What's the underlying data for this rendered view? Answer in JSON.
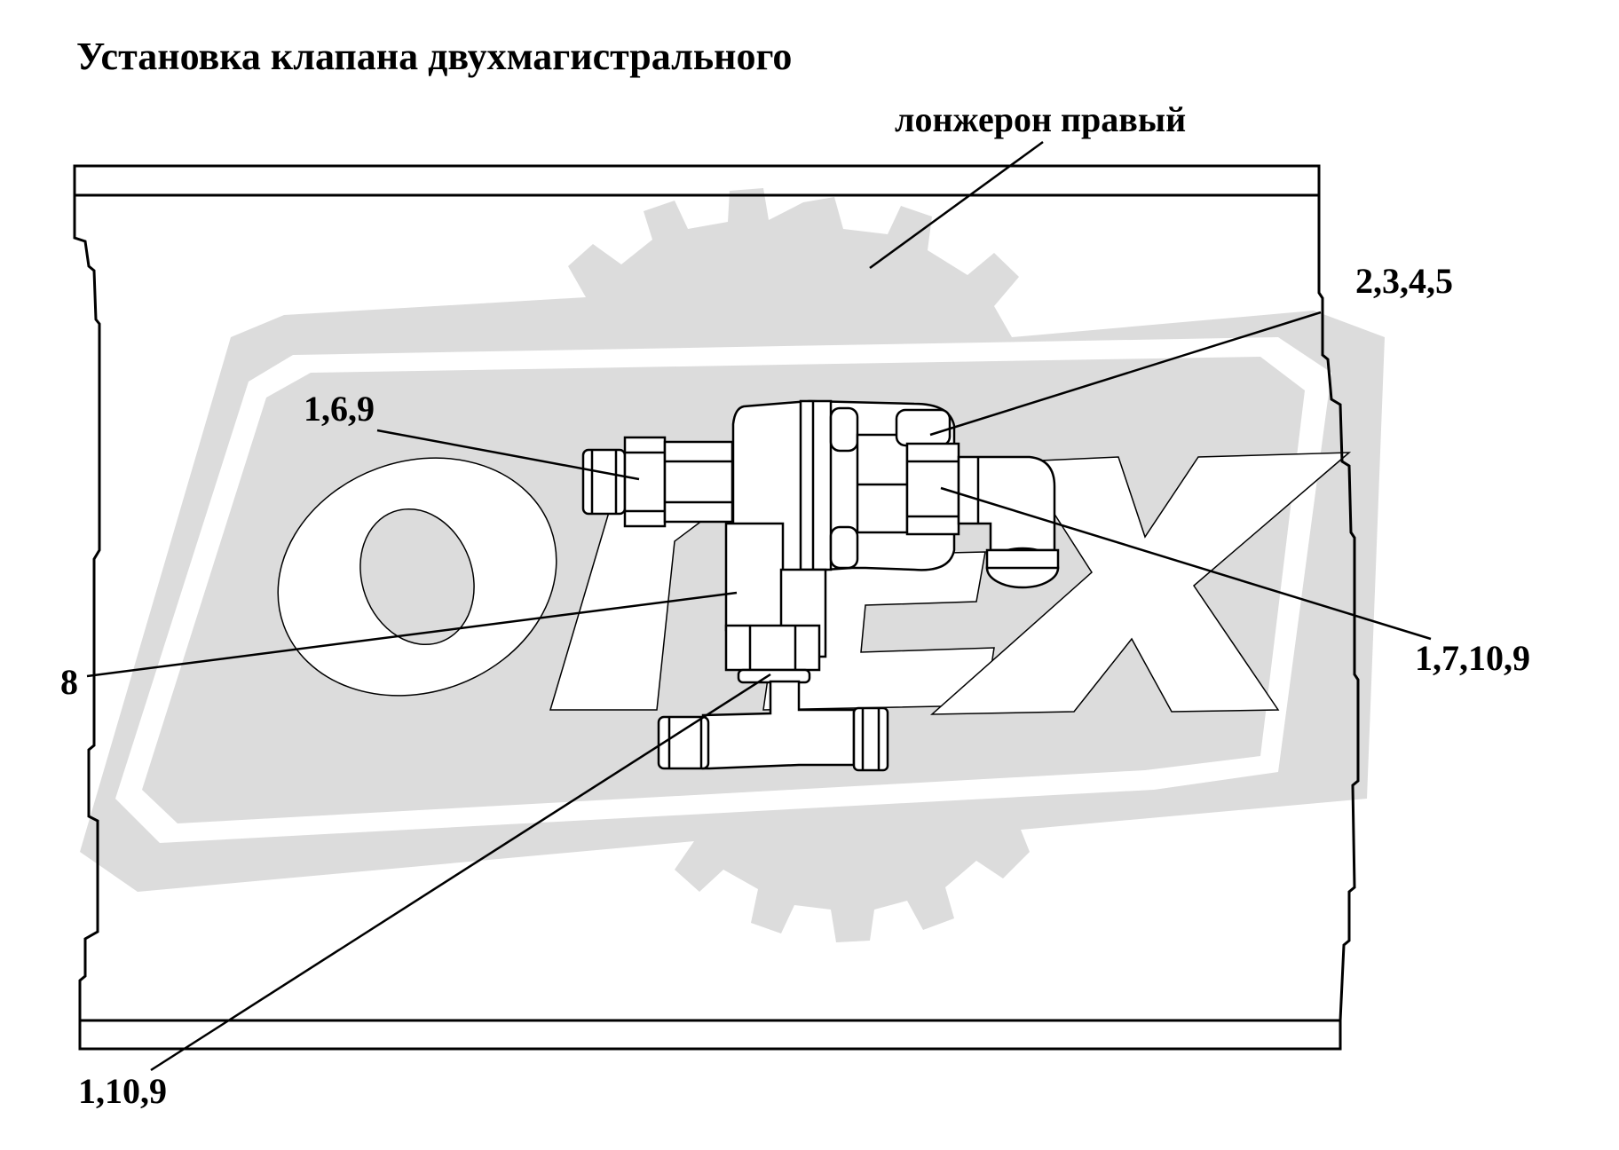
{
  "diagram": {
    "title": "Установка клапана двухмагистрального",
    "frame_label": "лонжерон правый",
    "callouts": [
      {
        "id": "c-2345",
        "text": "2,3,4,5"
      },
      {
        "id": "c-169",
        "text": "1,6,9"
      },
      {
        "id": "c-17109",
        "text": "1,7,10,9"
      },
      {
        "id": "c-8",
        "text": "8"
      },
      {
        "id": "c-1109",
        "text": "1,10,9"
      }
    ],
    "watermark": {
      "text": "ОРЕХ",
      "color": "#dcdcdc"
    },
    "colors": {
      "line": "#000000",
      "background": "#ffffff",
      "watermark": "#dcdcdc"
    }
  }
}
